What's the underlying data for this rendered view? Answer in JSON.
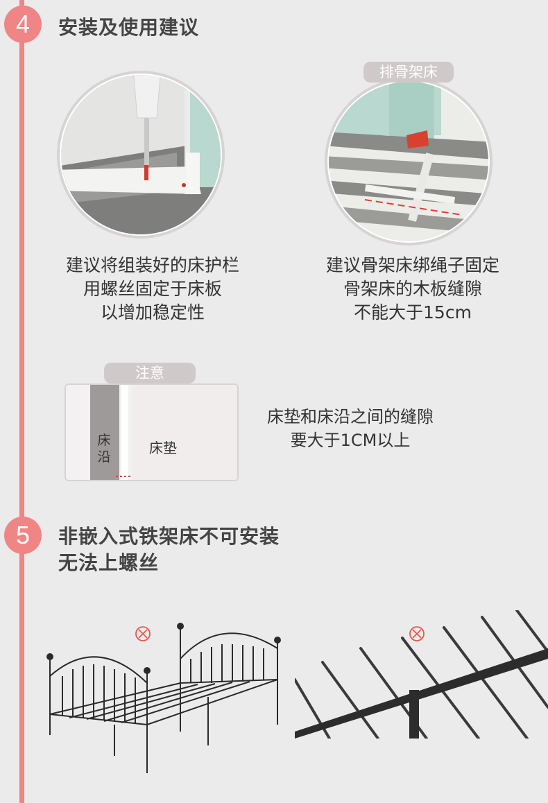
{
  "section4": {
    "number": "4",
    "title": "安装及使用建议",
    "left": {
      "caption": [
        "建议将组装好的床护栏",
        "用螺丝固定于床板",
        "以增加稳定性"
      ]
    },
    "right": {
      "tag": "排骨架床",
      "caption": [
        "建议骨架床绑绳子固定",
        "骨架床的木板缝隙",
        "不能大于15cm"
      ]
    },
    "note": {
      "tag": "注意",
      "edge_label": [
        "床",
        "沿"
      ],
      "mattress_label": "床垫",
      "caption": [
        "床垫和床沿之间的缝隙",
        "要大于1CM以上"
      ]
    }
  },
  "section5": {
    "number": "5",
    "title": [
      "非嵌入式铁架床不可安装",
      "无法上螺丝"
    ]
  },
  "colors": {
    "accent": "#f08585",
    "background": "#ebebeb",
    "tag_gray": "#cfc9ca",
    "text": "#333333",
    "warning_red": "#e05a4e"
  }
}
